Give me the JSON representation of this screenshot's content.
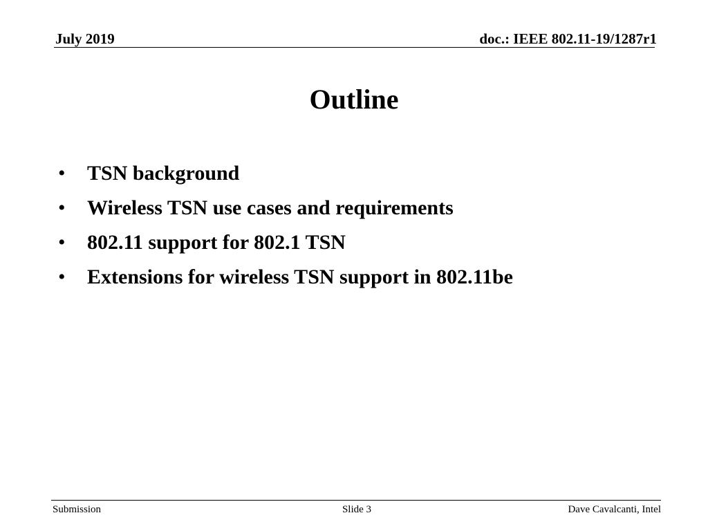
{
  "header": {
    "date": "July 2019",
    "doc": "doc.: IEEE 802.11-19/1287r1"
  },
  "slide": {
    "title": "Outline",
    "bullet_glyph": "•",
    "bullets": [
      "TSN background",
      "Wireless TSN use cases and requirements",
      "802.11 support for 802.1 TSN",
      "Extensions for wireless TSN support in 802.11be"
    ]
  },
  "footer": {
    "left": "Submission",
    "center": "Slide 3",
    "right": "Dave Cavalcanti, Intel"
  }
}
